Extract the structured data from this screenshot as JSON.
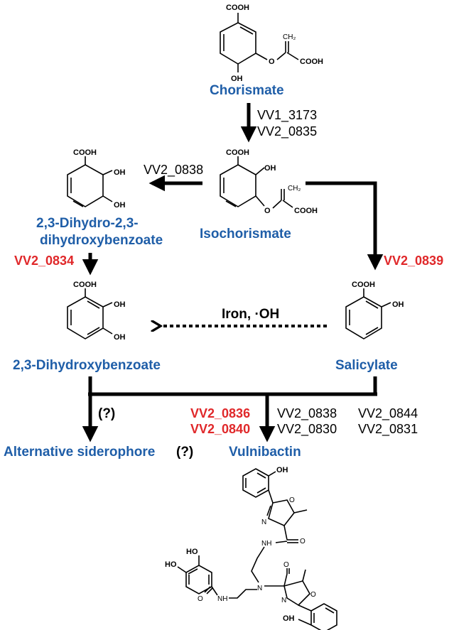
{
  "compounds": {
    "chorismate": "Chorismate",
    "isochorismate": "Isochorismate",
    "dihydro_line1": "2,3-Dihydro-2,3-",
    "dihydro_line2": "dihydroxybenzoate",
    "dhb": "2,3-Dihydroxybenzoate",
    "salicylate": "Salicylate",
    "alt_siderophore": "Alternative siderophore",
    "alt_question": "(?)",
    "vulnibactin": "Vulnibactin"
  },
  "genes": {
    "vv1_3173": "VV1_3173",
    "vv2_0835": "VV2_0835",
    "vv2_0838_top": "VV2_0838",
    "vv2_0834": "VV2_0834",
    "vv2_0839": "VV2_0839",
    "vv2_0836": "VV2_0836",
    "vv2_0840": "VV2_0840",
    "vv2_0838": "VV2_0838",
    "vv2_0844": "VV2_0844",
    "vv2_0830": "VV2_0830",
    "vv2_0831": "VV2_0831"
  },
  "annotations": {
    "iron_oh": "Iron, ·OH",
    "branch_question": "(?)"
  },
  "chem_labels": {
    "cooh": "COOH",
    "oh": "OH",
    "o": "O",
    "ch2": "CH₂",
    "n": "N",
    "ho": "HO",
    "nh": "NH",
    "nh_left": "N",
    "h": "H"
  },
  "colors": {
    "compound_blue": "#1f5ea8",
    "gene_red": "#e0282a",
    "gene_black": "#000000"
  }
}
